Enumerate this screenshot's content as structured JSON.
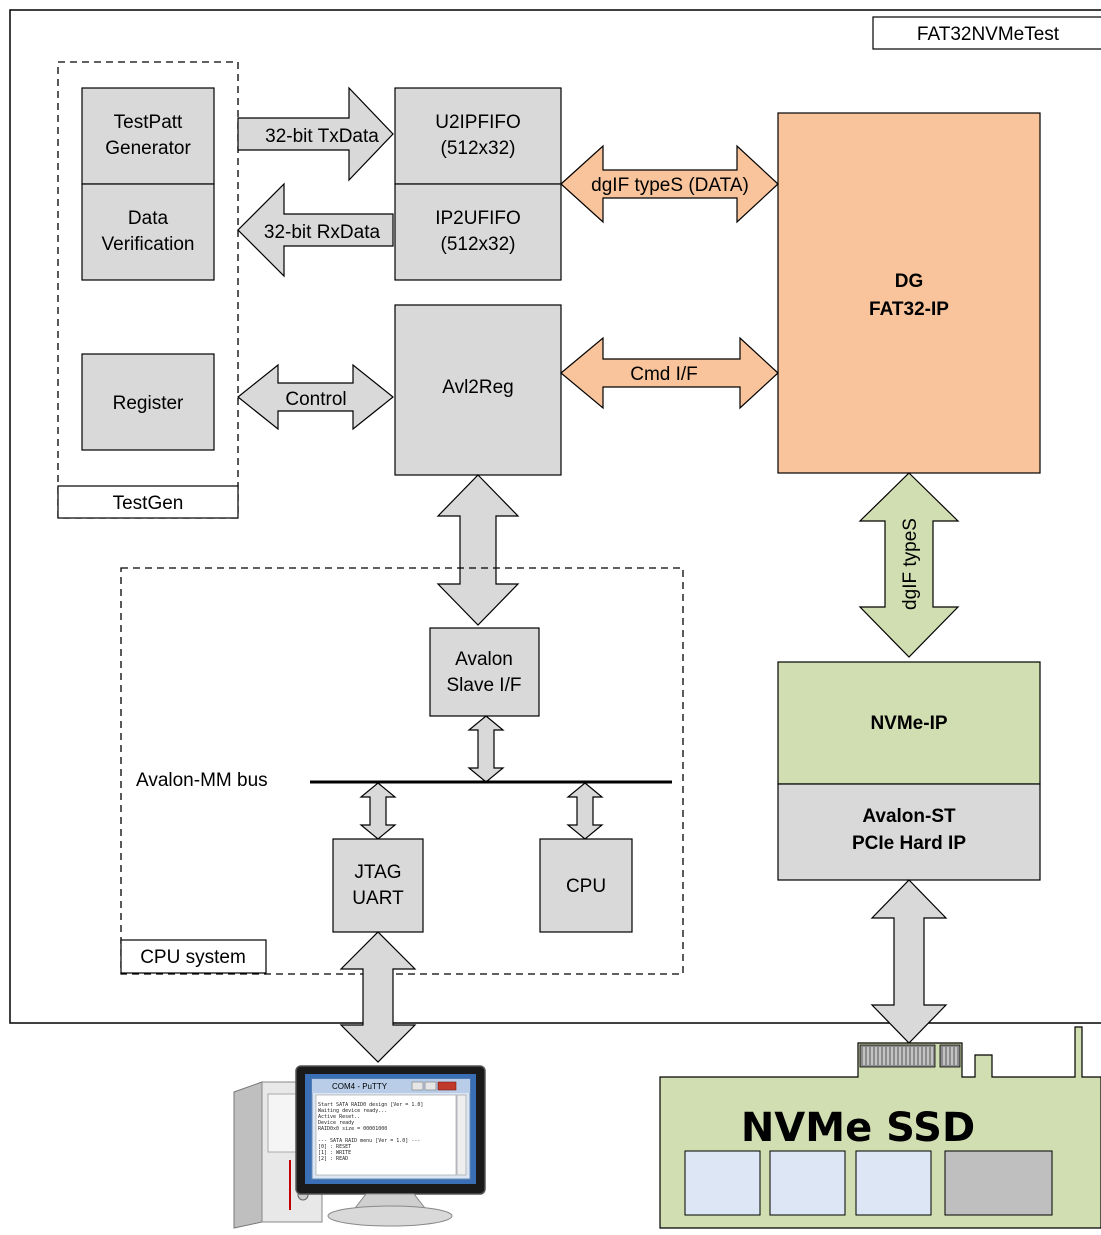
{
  "diagram": {
    "top_title": "FAT32NVMeTest",
    "testgen": {
      "group_label": "TestGen",
      "testpatt_line1": "TestPatt",
      "testpatt_line2": "Generator",
      "dataver_line1": "Data",
      "dataver_line2": "Verification",
      "register": "Register"
    },
    "fifos": {
      "u2ip_line1": "U2IPFIFO",
      "u2ip_line2": "(512x32)",
      "ip2u_line1": "IP2UFIFO",
      "ip2u_line2": "(512x32)"
    },
    "avl2reg": "Avl2Reg",
    "fat32ip_line1": "DG",
    "fat32ip_line2": "FAT32-IP",
    "arrows": {
      "txdata": "32-bit TxData",
      "rxdata": "32-bit RxData",
      "control": "Control",
      "dgif_data": "dgIF typeS (DATA)",
      "cmd_if": "Cmd I/F",
      "dgif_types": "dgIF typeS"
    },
    "cpu_system": {
      "group_label": "CPU system",
      "avalon_slave_line1": "Avalon",
      "avalon_slave_line2": "Slave I/F",
      "bus_label": "Avalon-MM bus",
      "jtag_line1": "JTAG",
      "jtag_line2": "UART",
      "cpu": "CPU"
    },
    "nvme_ip": "NVMe-IP",
    "pcie_line1": "Avalon-ST",
    "pcie_line2": "PCIe Hard IP",
    "ssd_label": "NVMe SSD",
    "terminal": {
      "title": "COM4 - PuTTY",
      "lines": [
        "Start SATA RAID0 design [Ver = 1.0]",
        "Waiting device ready...",
        "Active Reset..",
        "Device ready",
        "RAID0x0 size = 00001000",
        "",
        "--- SATA RAID menu [Ver = 1.0] ---",
        "[0] : RESET",
        "[1] : WRITE",
        "[2] : READ"
      ]
    },
    "colors": {
      "block_gray": "#d9d9d9",
      "ip_orange": "#f9c49b",
      "nvme_green": "#d1deb2"
    }
  }
}
